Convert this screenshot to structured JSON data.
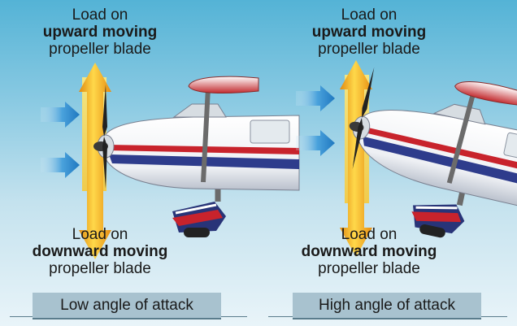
{
  "panels": [
    {
      "top_label": {
        "line1": "Load on",
        "line2": "upward moving",
        "line3": "propeller blade"
      },
      "bottom_label": {
        "line1": "Load on",
        "line2": "downward moving",
        "line3": "propeller blade"
      },
      "caption": "Low angle of attack"
    },
    {
      "top_label": {
        "line1": "Load on",
        "line2": "upward moving",
        "line3": "propeller blade"
      },
      "bottom_label": {
        "line1": "Load on",
        "line2": "downward moving",
        "line3": "propeller blade"
      },
      "caption": "High angle of attack"
    }
  ],
  "colors": {
    "sky_top": "#54b3d6",
    "sky_bottom": "#e9f4f9",
    "load_arrow": "#f0a020",
    "airflow_arrow": "#2a86c8",
    "fuselage_stripe_red": "#c8232c",
    "fuselage_stripe_blue": "#2e3c8c",
    "caption_box": "#a8c2cf"
  },
  "icons": [
    "airflow-arrow-icon",
    "load-arrow-icon",
    "propeller-icon",
    "airplane-icon"
  ]
}
